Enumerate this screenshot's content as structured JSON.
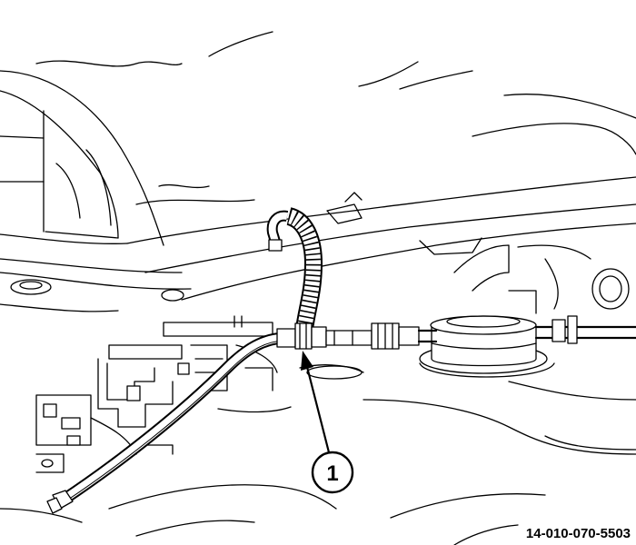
{
  "callouts": [
    {
      "number": "1",
      "target": "hose-junction"
    }
  ],
  "figure_id": "14-010-070-5503",
  "colors": {
    "line": "#000000",
    "background": "#ffffff"
  }
}
